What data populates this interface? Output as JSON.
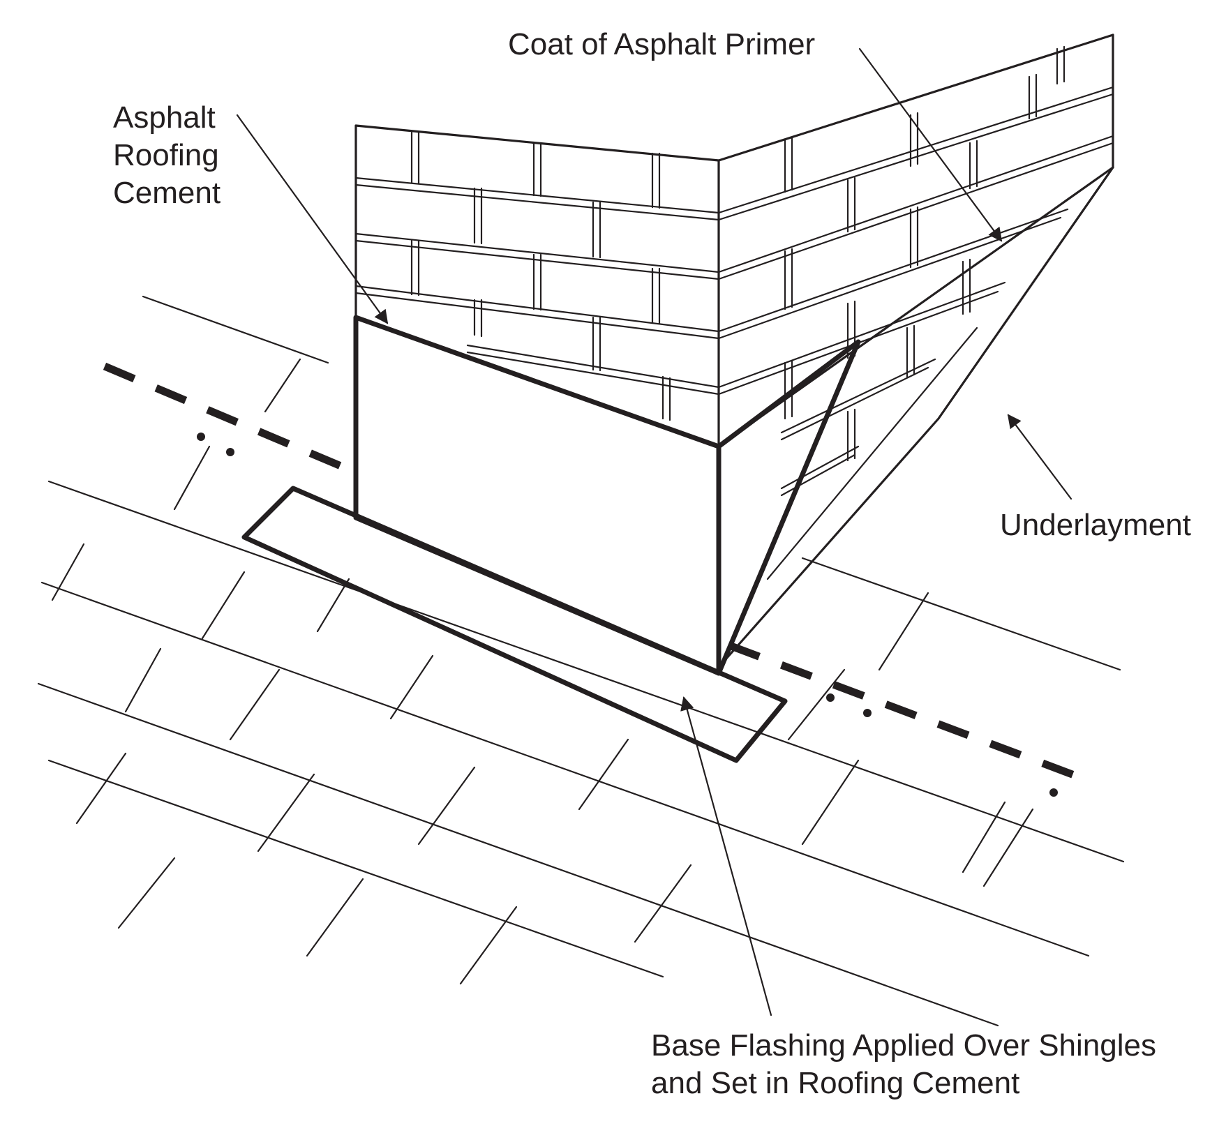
{
  "labels": {
    "primer": "Coat of Asphalt Primer",
    "cement_line1": "Asphalt",
    "cement_line2": "Roofing",
    "cement_line3": "Cement",
    "underlayment": "Underlayment",
    "flashing_line1": "Base Flashing Applied Over Shingles",
    "flashing_line2": "and Set in Roofing Cement"
  },
  "colors": {
    "line": "#231f20",
    "flashing_fill": "#e3e3e5",
    "background": "#ffffff"
  }
}
